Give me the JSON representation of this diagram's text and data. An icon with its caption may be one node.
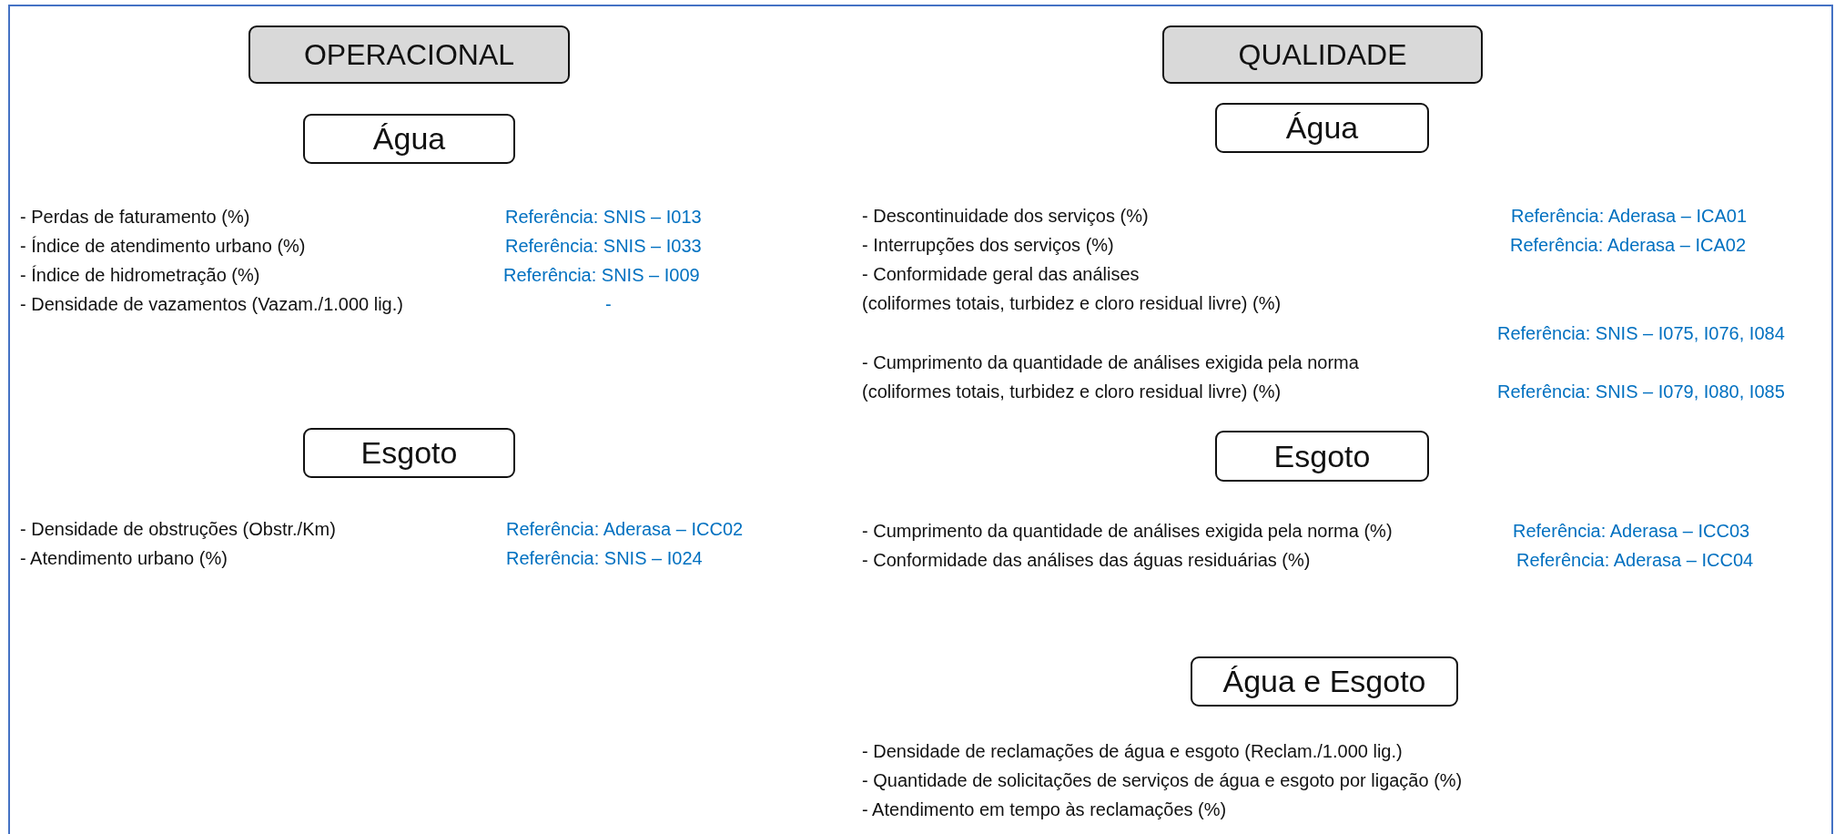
{
  "diagram": {
    "nodes": [
      {
        "text": [
          "OPERACIONAL"
        ]
      },
      {
        "text": [
          "Água"
        ]
      },
      {
        "text": [
          "Esgoto"
        ]
      },
      {
        "text": [
          "QUALIDADE"
        ]
      },
      {
        "text": [
          "Água"
        ]
      },
      {
        "text": [
          "Esgoto"
        ]
      },
      {
        "text": [
          "Água e Esgoto"
        ]
      }
    ],
    "labels": [
      "- Perdas de faturamento (%)",
      "Referência: SNIS – I013",
      "- Índice de atendimento urbano (%)",
      "Referência: SNIS – I033",
      "- Índice de hidrometração (%)",
      "Referência: SNIS – I009",
      "- Densidade de vazamentos (Vazam./1.000 lig.)",
      "-",
      "- Densidade de obstruções (Obstr./Km)",
      "Referência: Aderasa – ICC02",
      "- Atendimento urbano (%)",
      "Referência: SNIS – I024",
      "- Descontinuidade dos serviços (%)",
      "Referência: Aderasa – ICA01",
      "- Interrupções dos serviços (%)",
      "Referência: Aderasa – ICA02",
      "- Conformidade geral das análises (coliformes totais, turbidez e cloro residual livre) (%)",
      "Referência: SNIS – I075, I076, I084",
      "- Cumprimento da quantidade de análises exigida pela norma (coliformes totais, turbidez e cloro residual livre) (%)",
      "Referência: SNIS – I079, I080, I085",
      "- Cumprimento da quantidade de análises exigida pela norma (%)",
      "Referência: Aderasa – ICC03",
      "- Conformidade das análises das águas residuárias (%)",
      "Referência: Aderasa – ICC04",
      "- Densidade de reclamações de água e esgoto (Reclam./1.000 lig.)",
      "- Quantidade de solicitações de serviços de água e esgoto por ligação (%)",
      "- Atendimento em tempo às reclamações (%)"
    ]
  }
}
